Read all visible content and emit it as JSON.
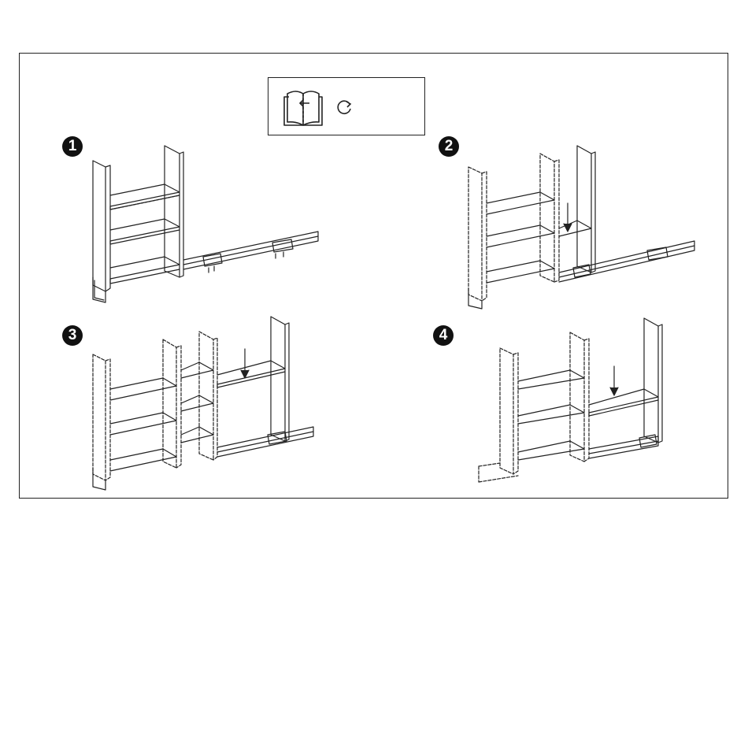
{
  "steps": [
    {
      "number": "1"
    },
    {
      "number": "2"
    },
    {
      "number": "3"
    },
    {
      "number": "4"
    }
  ],
  "reference_box": {
    "icons": [
      "book-reference-icon",
      "rotate-arrow-icon"
    ]
  },
  "colors": {
    "line": "#222222",
    "badge": "#111111",
    "background": "#ffffff"
  }
}
